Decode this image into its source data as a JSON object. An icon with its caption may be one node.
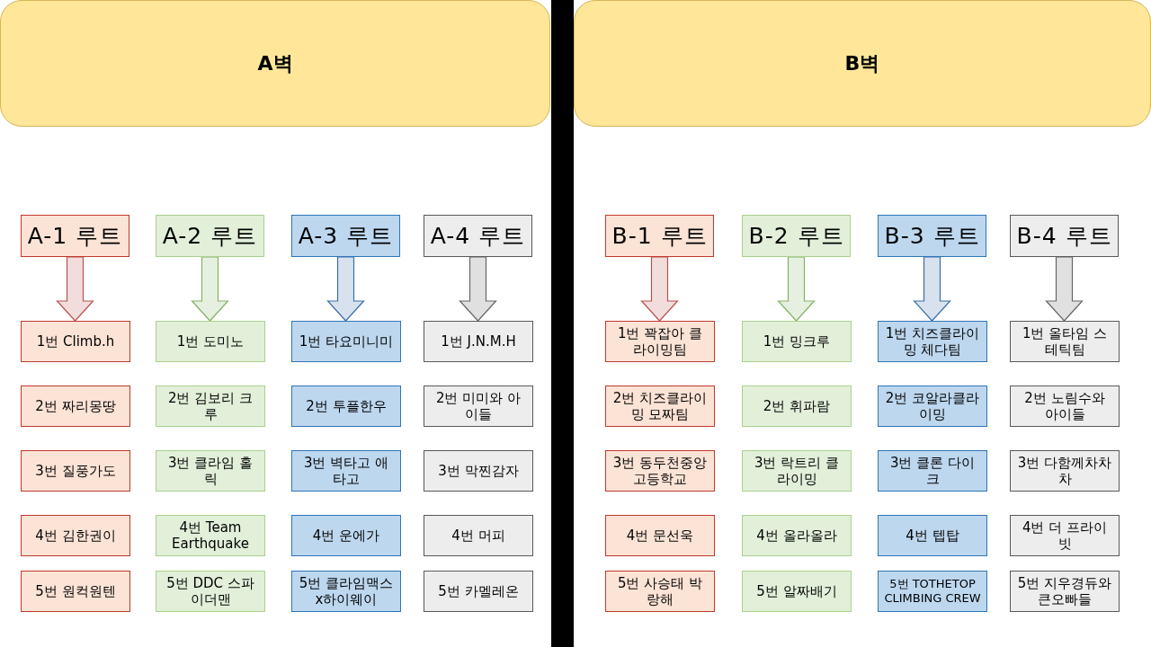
{
  "diagram": {
    "nodes": [
      {
        "text": [
          "A벽"
        ]
      },
      {
        "text": [
          "B벽"
        ]
      },
      {
        "text": [
          "A-1 루트"
        ]
      },
      {
        "text": [
          "A-2 루트"
        ]
      },
      {
        "text": [
          "A-3 루트"
        ]
      },
      {
        "text": [
          "A-4 루트"
        ]
      },
      {
        "text": [
          "B-1 루트"
        ]
      },
      {
        "text": [
          "B-2 루트"
        ]
      },
      {
        "text": [
          "B-3 루트"
        ]
      },
      {
        "text": [
          "B-4 루트"
        ]
      },
      {
        "text": [
          "1번 Climb.h"
        ]
      },
      {
        "text": [
          "1번 도미노"
        ]
      },
      {
        "text": [
          "1번 타요미니미"
        ]
      },
      {
        "text": [
          "1번 J.N.M.H"
        ]
      },
      {
        "text": [
          "1번 꽉잡아 클라이밍팀"
        ]
      },
      {
        "text": [
          "1번 밍크루"
        ]
      },
      {
        "text": [
          "1번 치즈클라이밍 체다팀"
        ]
      },
      {
        "text": [
          "1번 올타임 스테틱팀"
        ]
      },
      {
        "text": [
          "2번 짜리몽땅"
        ]
      },
      {
        "text": [
          "2번 김보리 크루"
        ]
      },
      {
        "text": [
          "2번 투플한우"
        ]
      },
      {
        "text": [
          "2번 미미와 아이들"
        ]
      },
      {
        "text": [
          "2번 치즈클라이밍 모짜팀"
        ]
      },
      {
        "text": [
          "2번 휘파람"
        ]
      },
      {
        "text": [
          "2번 코알라클라이밍"
        ]
      },
      {
        "text": [
          "2번 노림수와 아이들"
        ]
      },
      {
        "text": [
          "3번 질풍가도"
        ]
      },
      {
        "text": [
          "3번 클라임 홀릭"
        ]
      },
      {
        "text": [
          "3번 벽타고 애타고"
        ]
      },
      {
        "text": [
          "3번 막찐감자"
        ]
      },
      {
        "text": [
          "3번 동두천중앙고등학교"
        ]
      },
      {
        "text": [
          "3번 락트리 클라이밍"
        ]
      },
      {
        "text": [
          "3번 클론 다이크"
        ]
      },
      {
        "text": [
          "3번 다함께차차차"
        ]
      },
      {
        "text": [
          "4번 김한권이"
        ]
      },
      {
        "text": [
          "4번 Team Earthquake"
        ]
      },
      {
        "text": [
          "4번 운에가"
        ]
      },
      {
        "text": [
          "4번 머피"
        ]
      },
      {
        "text": [
          "4번 문선욱"
        ]
      },
      {
        "text": [
          "4번 올라올라"
        ]
      },
      {
        "text": [
          "4번 텝탑"
        ]
      },
      {
        "text": [
          "4번 더 프라이빗"
        ]
      },
      {
        "text": [
          "5번 원컥원텐"
        ]
      },
      {
        "text": [
          "5번 DDC 스파이더맨"
        ]
      },
      {
        "text": [
          "5번 클라임맥스x하이웨이"
        ]
      },
      {
        "text": [
          "5번 카멜레온"
        ]
      },
      {
        "text": [
          "5번 사승태 박랑해"
        ]
      },
      {
        "text": [
          "5번 알짜배기"
        ]
      },
      {
        "text": [
          "5번 TOTHETOP CLIMBING CREW"
        ]
      },
      {
        "text": [
          "5번 지우경듀와 큰오빠들"
        ]
      },
      {
        "text": [],
        "shape": "bar"
      }
    ],
    "edges": [
      {
        "from": 2,
        "to": 10,
        "arrow": "to",
        "color": "#b85450"
      },
      {
        "from": 3,
        "to": 11,
        "arrow": "to",
        "color": "#82b366"
      },
      {
        "from": 4,
        "to": 12,
        "arrow": "to",
        "color": "#3a6fa8"
      },
      {
        "from": 5,
        "to": 13,
        "arrow": "to",
        "color": "#666666"
      },
      {
        "from": 6,
        "to": 14,
        "arrow": "to",
        "color": "#b85450"
      },
      {
        "from": 7,
        "to": 15,
        "arrow": "to",
        "color": "#82b366"
      },
      {
        "from": 8,
        "to": 16,
        "arrow": "to",
        "color": "#3a6fa8"
      },
      {
        "from": 9,
        "to": 17,
        "arrow": "to",
        "color": "#666666"
      }
    ]
  }
}
